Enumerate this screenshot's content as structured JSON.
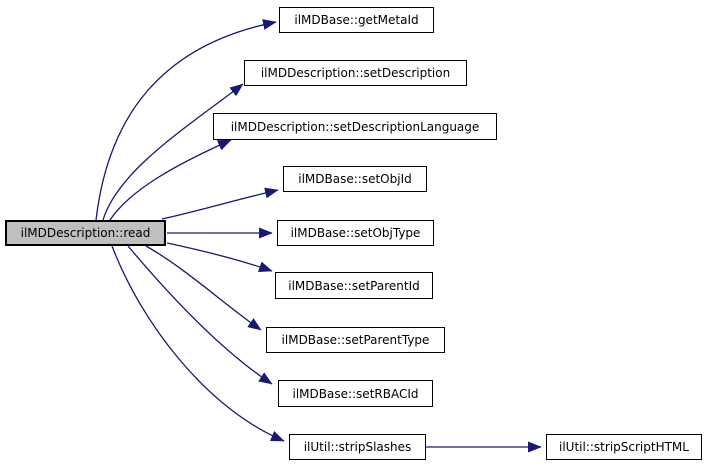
{
  "graph": {
    "type": "call-graph",
    "background": "#ffffff",
    "edge_color": "#191970",
    "root": {
      "label": "ilMDDescription::read",
      "fill": "#bfbfbf",
      "border": "#000000"
    },
    "callees": [
      {
        "label": "ilMDBase::getMetaId"
      },
      {
        "label": "ilMDDescription::setDescription"
      },
      {
        "label": "ilMDDescription::setDescriptionLanguage"
      },
      {
        "label": "ilMDBase::setObjId"
      },
      {
        "label": "ilMDBase::setObjType"
      },
      {
        "label": "ilMDBase::setParentId"
      },
      {
        "label": "ilMDBase::setParentType"
      },
      {
        "label": "ilMDBase::setRBACId"
      },
      {
        "label": "ilUtil::stripSlashes"
      }
    ],
    "secondary_callees": [
      {
        "caller": "ilUtil::stripSlashes",
        "label": "ilUtil::stripScriptHTML"
      }
    ]
  }
}
